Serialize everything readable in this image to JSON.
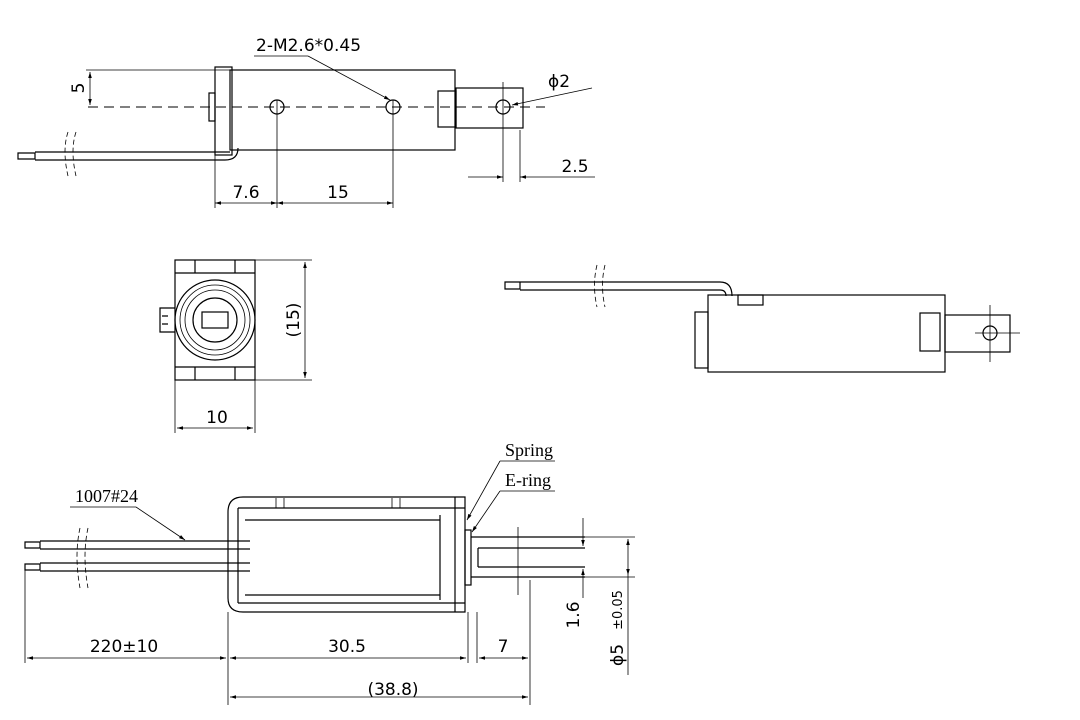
{
  "top_view": {
    "thread_callout": "2-M2.6*0.45",
    "hole_diameter": "ϕ2",
    "dim_half_height": "5",
    "dim_flange_to_hole": "7.6",
    "dim_hole_spacing": "15",
    "dim_hole_to_end": "2.5"
  },
  "end_view": {
    "dim_height": "(15)",
    "dim_width": "10"
  },
  "bottom_view": {
    "label_spring": "Spring",
    "label_ering": "E-ring",
    "label_wire": "1007#24",
    "dim_wire_length": "220±10",
    "dim_body_length": "30.5",
    "dim_stroke": "7",
    "dim_overall": "(38.8)",
    "dim_slot": "1.6",
    "dim_plunger_dia": "ϕ5",
    "dim_plunger_tol": "±0.05"
  }
}
